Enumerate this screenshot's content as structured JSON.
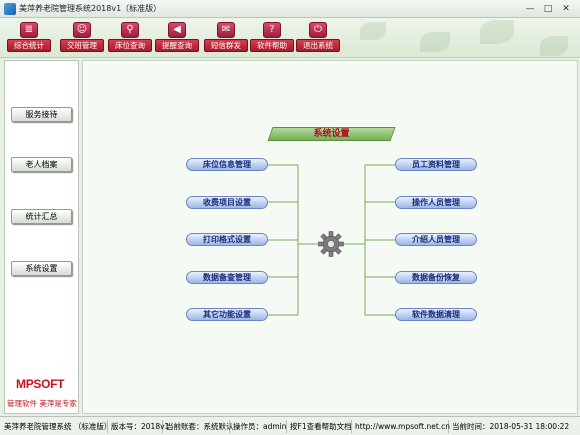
{
  "window": {
    "title": "美萍养老院管理系统2018v1（标准版）",
    "minimize_glyph": "—",
    "maximize_glyph": "□",
    "close_glyph": "✕"
  },
  "toolbar": {
    "items": [
      {
        "label": "综合统计",
        "icon": "grid-icon",
        "glyph": "≣"
      },
      {
        "label": "交班管理",
        "icon": "people-icon",
        "glyph": "☺"
      },
      {
        "label": "床位查询",
        "icon": "search-icon",
        "glyph": "⚲"
      },
      {
        "label": "提醒查询",
        "icon": "bell-icon",
        "glyph": "◀"
      },
      {
        "label": "短信群发",
        "icon": "mail-icon",
        "glyph": "✉"
      },
      {
        "label": "软件帮助",
        "icon": "help-icon",
        "glyph": "?"
      },
      {
        "label": "退出系统",
        "icon": "power-icon",
        "glyph": "⏻"
      }
    ]
  },
  "sidebar": {
    "items": [
      {
        "label": "服务接待"
      },
      {
        "label": "老人档案"
      },
      {
        "label": "统计汇总"
      },
      {
        "label": "系统设置"
      }
    ],
    "logo": "MPSOFT",
    "slogan": "管理软件  美萍是专家"
  },
  "main": {
    "header": "系统设置",
    "left_nodes": [
      {
        "label": "床位信息管理"
      },
      {
        "label": "收费项目设置"
      },
      {
        "label": "打印格式设置"
      },
      {
        "label": "数据备查管理"
      },
      {
        "label": "其它功能设置"
      }
    ],
    "right_nodes": [
      {
        "label": "员工资料管理"
      },
      {
        "label": "操作人员管理"
      },
      {
        "label": "介绍人员管理"
      },
      {
        "label": "数据备份恢复"
      },
      {
        "label": "软件数据清理"
      }
    ],
    "colors": {
      "accent": "#a4121f",
      "line": "#7fa855",
      "node": "#9cb6e6"
    }
  },
  "statusbar": {
    "segments": [
      "美萍养老院管理系统 （标准版）",
      "版本号：2018v1",
      "当前账套：系统默认",
      "操作员：admin",
      "按F1查看帮助文档",
      "http://www.mpsoft.net.cn",
      "当前时间：2018-05-31 18:00:22"
    ]
  }
}
